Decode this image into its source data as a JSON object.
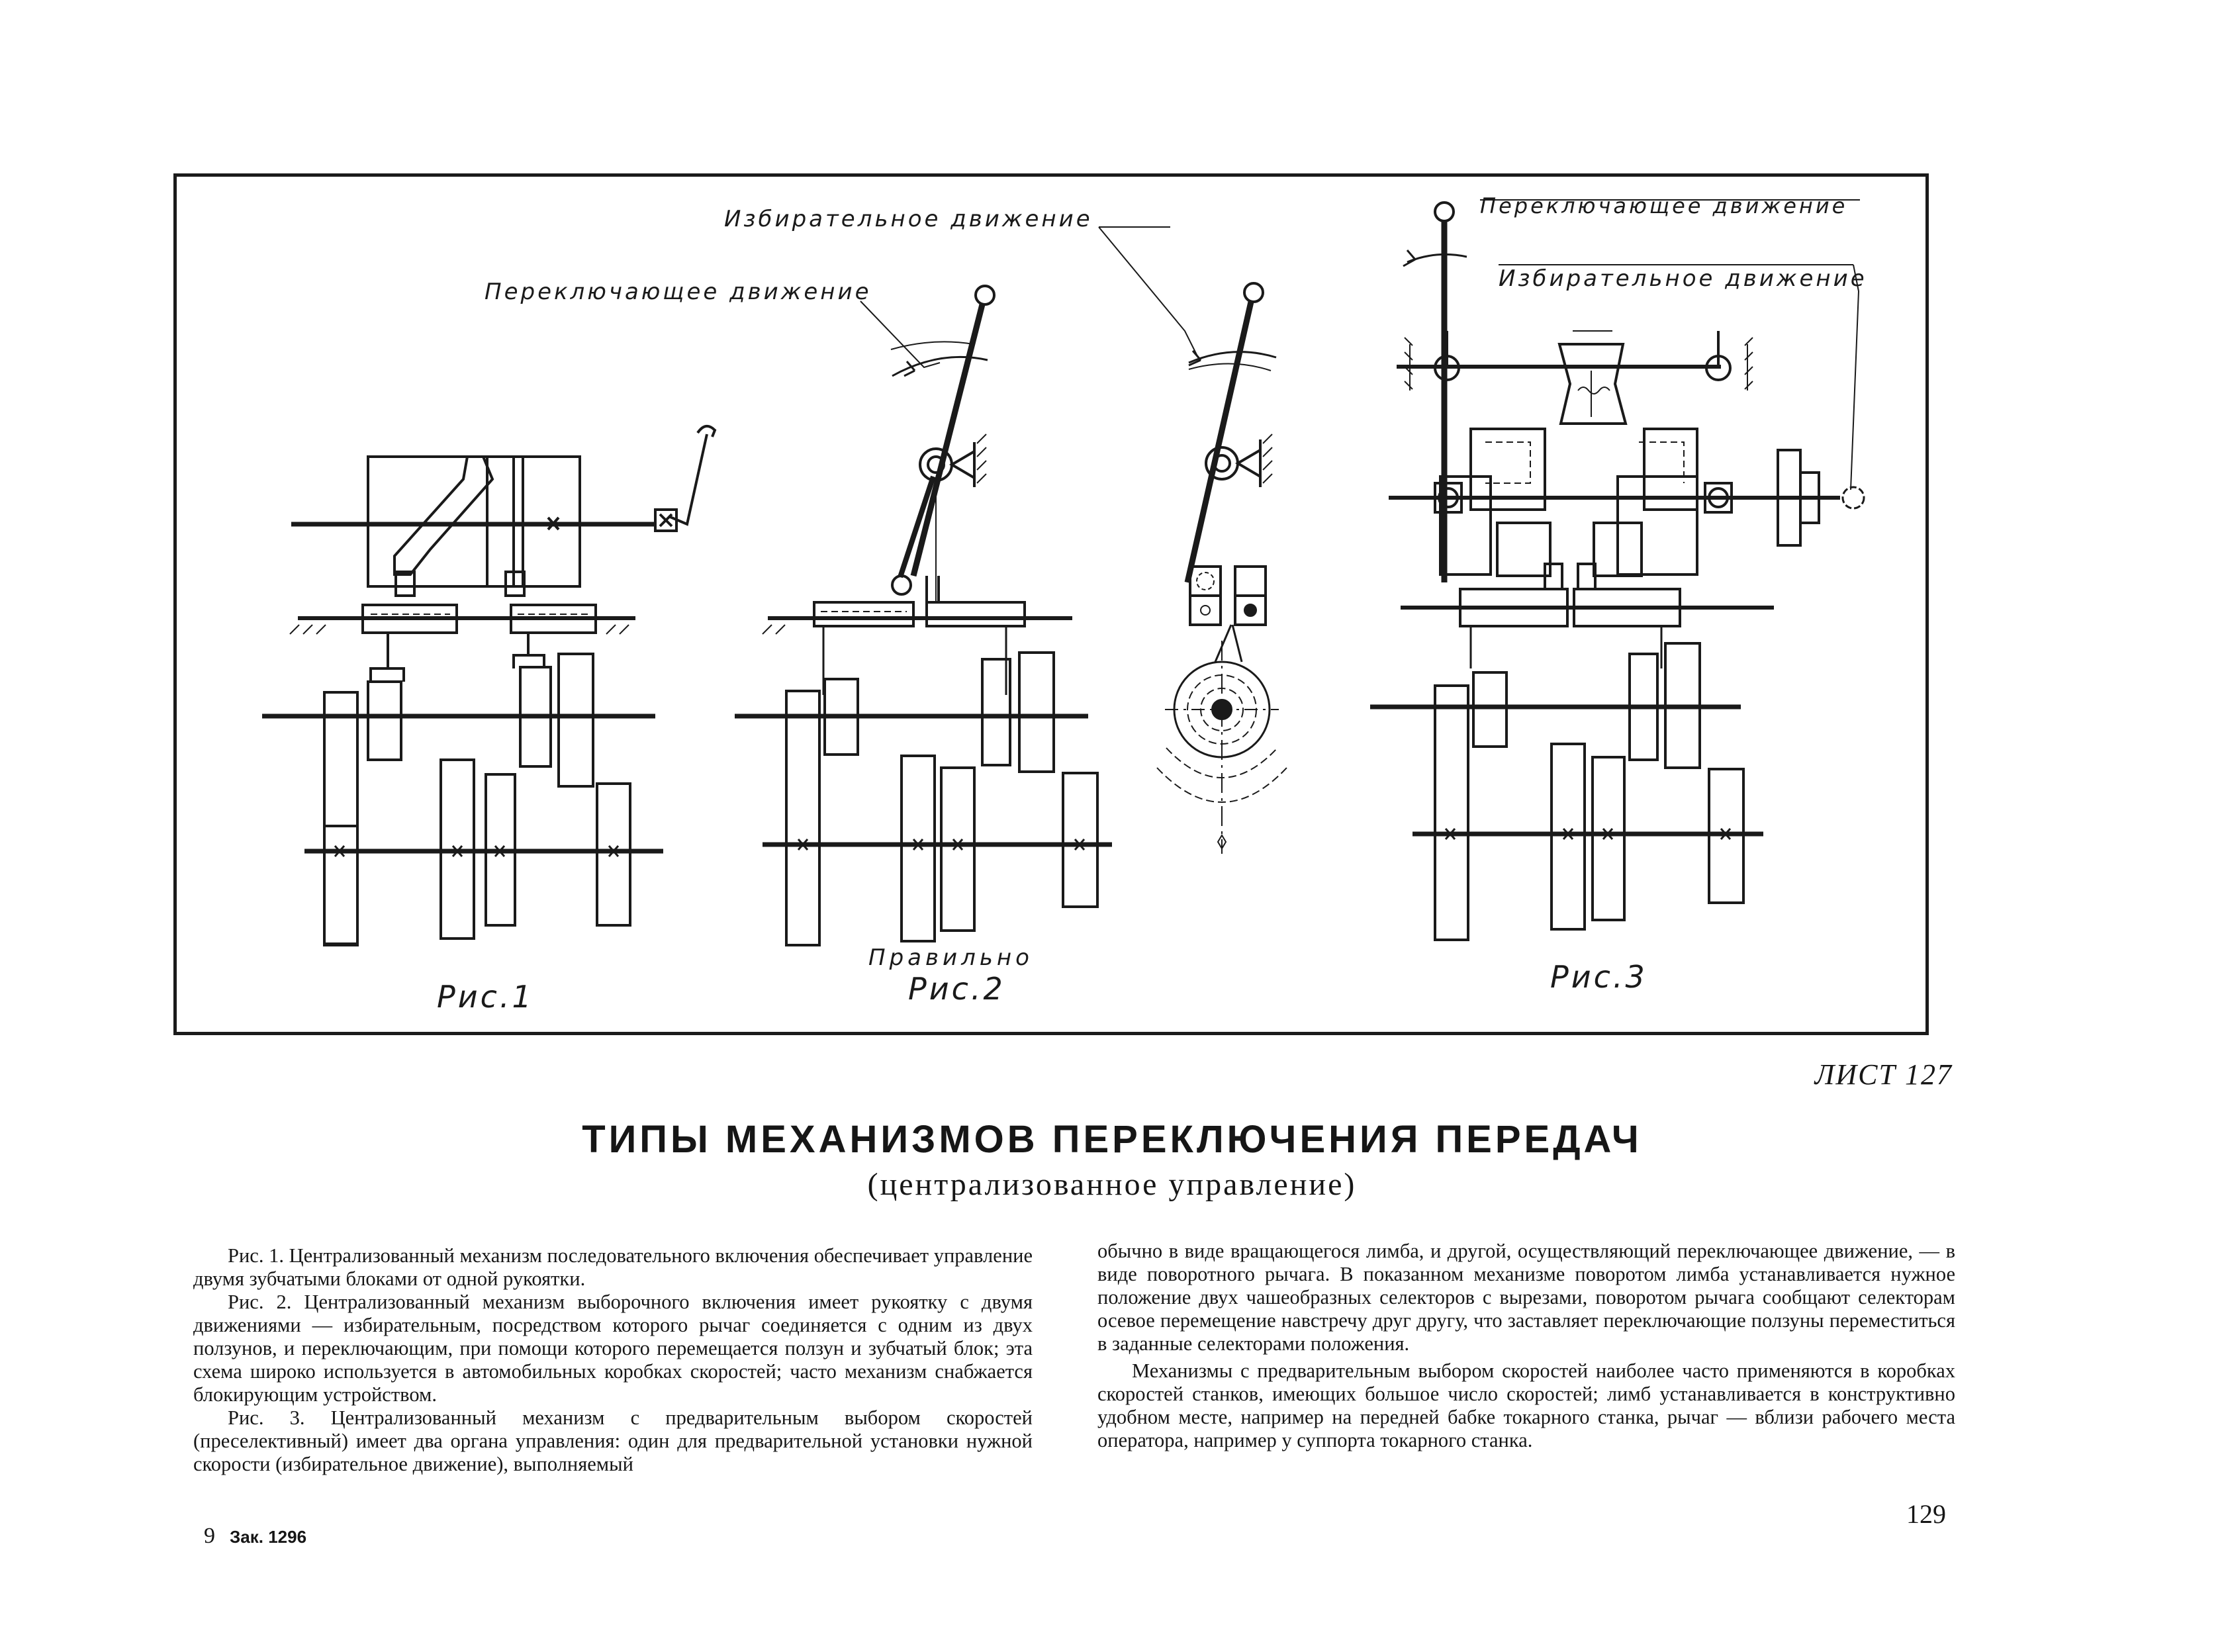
{
  "figure": {
    "label_selecting_motion_1": "Избирательное движение",
    "label_switching_motion_1": "Переключающее движение",
    "label_switching_motion_2": "Переключающее движение",
    "label_selecting_motion_2": "Избирательное движение",
    "label_correct": "Правильно",
    "caption_fig1": "Рис.1",
    "caption_fig2": "Рис.2",
    "caption_fig3": "Рис.3"
  },
  "sheet_label": "ЛИСТ 127",
  "title": "ТИПЫ МЕХАНИЗМОВ ПЕРЕКЛЮЧЕНИЯ ПЕРЕДАЧ",
  "subtitle": "(централизованное управление)",
  "body": {
    "col1": [
      "Рис. 1. Централизованный механизм последовательного включения обеспечивает управление двумя зубчатыми блоками от одной рукоятки.",
      "Рис. 2. Централизованный механизм выборочного включения имеет рукоятку с двумя движениями — избирательным, посредством которого рычаг соединяется с одним из двух ползунов, и переключающим, при помощи которого перемещается ползун и зубчатый блок; эта схема широко используется в автомобильных коробках скоростей; часто механизм снабжается блокирующим устройством.",
      "Рис. 3. Централизованный механизм с предварительным выбором скоростей (преселективный) имеет два органа управления: один для предварительной установки нужной скорости (избирательное движение), выполняемый"
    ],
    "col2_cont": "обычно в виде вращающегося лимба, и другой, осуществляющий переключающее движение, — в виде поворотного рычага. В показанном механизме поворотом лимба устанавливается нужное положение двух чашеобразных селекторов с вырезами, поворотом рычага сообщают селекторам осевое перемещение навстречу друг другу, что заставляет переключающие ползуны переместиться в заданные селекторами положения.",
    "col2_p2": "Механизмы с предварительным выбором скоростей наиболее часто применяются в коробках скоростей станков, имеющих большое число скоростей; лимб устанавливается в конструктивно удобном месте, например на передней бабке токарного станка, рычаг — вблизи рабочего места оператора, например у суппорта токарного станка."
  },
  "footer": {
    "signature_number": "9",
    "order": "Зак. 1296",
    "page_number": "129"
  }
}
